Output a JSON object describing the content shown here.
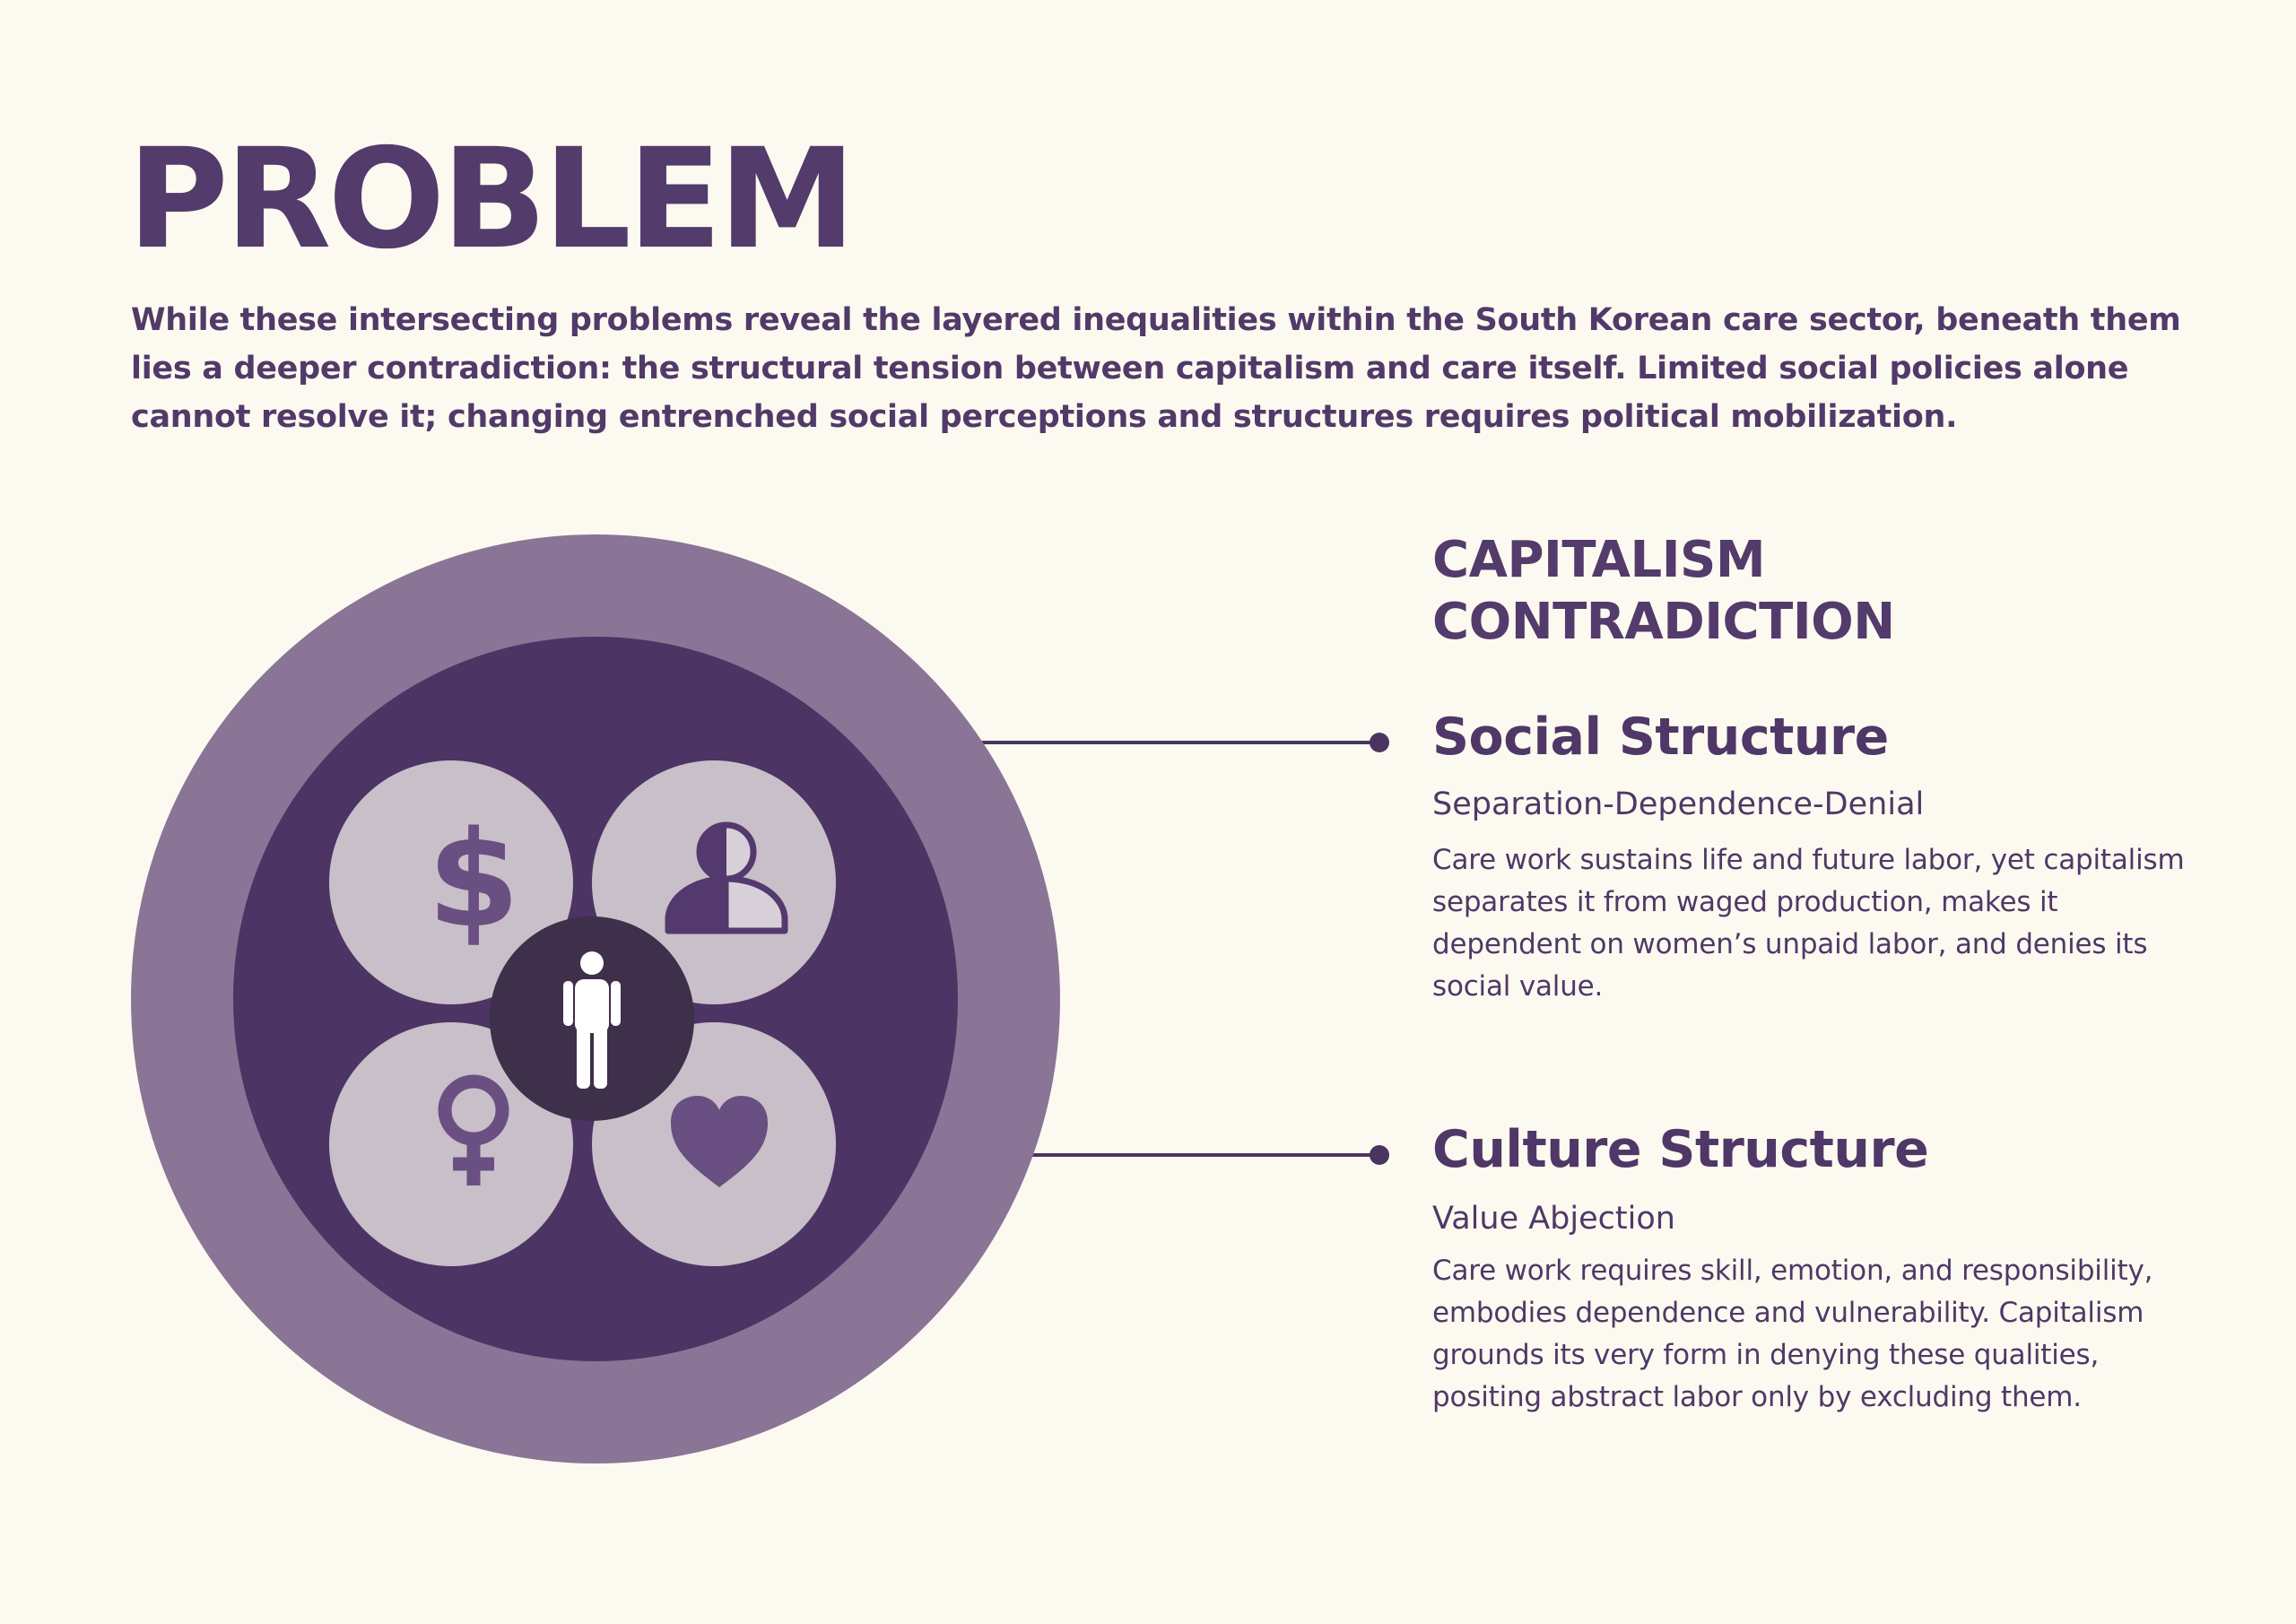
{
  "page": {
    "title": "PROBLEM",
    "intro": "While these intersecting problems reveal the layered inequalities within the South Korean care sector, beneath them lies a deeper contradiction: the structural tension between capitalism and care itself. Limited social policies alone cannot resolve it; changing entrenched social perceptions and structures requires political mobilization."
  },
  "section": {
    "heading_line1": "CAPITALISM",
    "heading_line2": "CONTRADICTION"
  },
  "structures": [
    {
      "title": "Social Structure",
      "subtitle": "Separation-Dependence-Denial",
      "description": "Care work sustains life and future labor, yet capitalism separates it from waged production, makes it dependent on women’s unpaid labor, and denies its social value."
    },
    {
      "title": "Culture Structure",
      "subtitle": "Value Abjection",
      "description": "Care work requires skill, emotion, and responsibility, embodies dependence and vulnerability. Capitalism grounds its very form in denying these qualities, positing abstract labor only by excluding them."
    }
  ],
  "diagram": {
    "icons": {
      "top_left": "dollar-sign-icon",
      "top_right": "half-shaded-person-icon",
      "bottom_left": "female-symbol-icon",
      "bottom_right": "heart-icon",
      "center": "person-icon"
    },
    "dollar_glyph": "$"
  },
  "colors": {
    "background": "#fcfaf0",
    "outer_ring": "#8a7596",
    "inner_ring": "#4c3464",
    "petal": "#c8bfc8",
    "petal_overlap": "#e4e0d8",
    "center_circle": "#3e2f4a",
    "text": "#533b6b"
  }
}
